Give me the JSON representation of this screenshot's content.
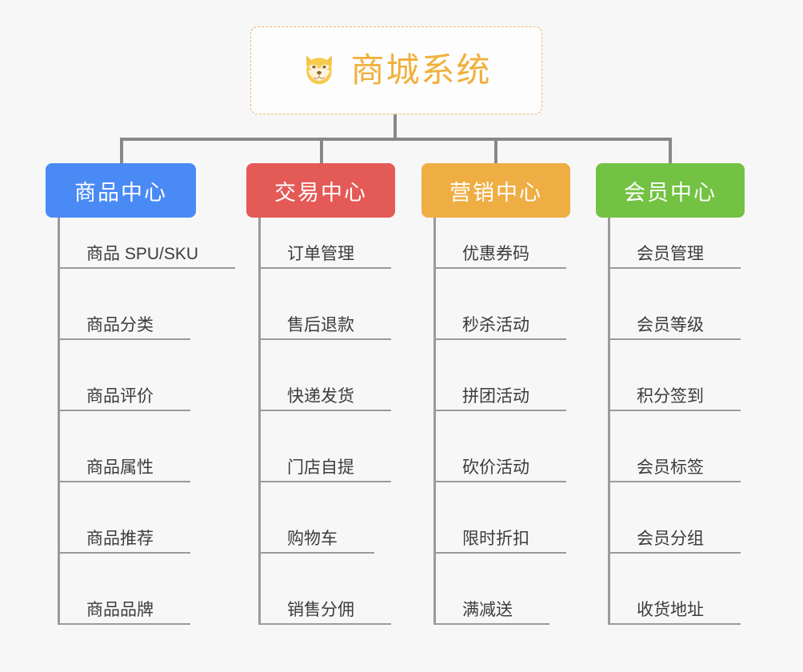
{
  "root": {
    "title": "商城系统",
    "icon": "shiba-dog-face-icon",
    "border_color": "#e8b964",
    "text_color": "#f0b03c"
  },
  "theme": {
    "background": "#f7f7f7",
    "connector_color": "#888888",
    "leaf_line_color": "#9a9a9a",
    "leaf_text_color": "#3c3c3c"
  },
  "branches": [
    {
      "label": "商品中心",
      "color": "#4a8af4",
      "items": [
        "商品 SPU/SKU",
        "商品分类",
        "商品评价",
        "商品属性",
        "商品推荐",
        "商品品牌"
      ]
    },
    {
      "label": "交易中心",
      "color": "#e45a57",
      "items": [
        "订单管理",
        "售后退款",
        "快递发货",
        "门店自提",
        "购物车",
        "销售分佣"
      ]
    },
    {
      "label": "营销中心",
      "color": "#eeae44",
      "items": [
        "优惠券码",
        "秒杀活动",
        "拼团活动",
        "砍价活动",
        "限时折扣",
        "满减送"
      ]
    },
    {
      "label": "会员中心",
      "color": "#73c243",
      "items": [
        "会员管理",
        "会员等级",
        "积分签到",
        "会员标签",
        "会员分组",
        "收货地址"
      ]
    }
  ]
}
